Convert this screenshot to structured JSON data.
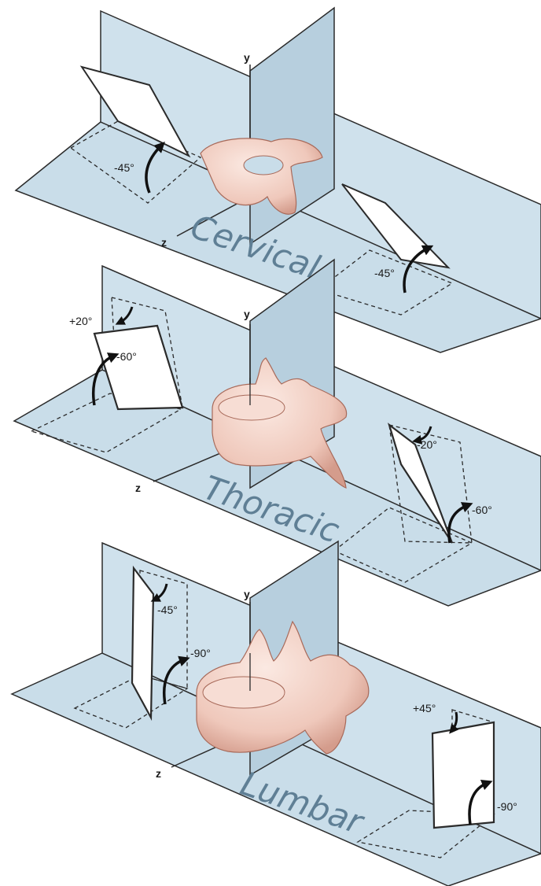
{
  "colors": {
    "plane_fill": "#c9dde9",
    "plane_shade": "#b3cddc",
    "plane_edge": "#2b2b2b",
    "bone": "#f1cfc4",
    "bone_shadow": "#d49c8c",
    "region_text": "#5f7f95"
  },
  "panels": [
    {
      "region": "Cervical",
      "axis_y": "y",
      "axis_z": "z",
      "left_angle": "-45°",
      "right_angle": "-45°"
    },
    {
      "region": "Thoracic",
      "axis_y": "y",
      "axis_z": "z",
      "left_tilt": "+20°",
      "left_angle": "-60°",
      "right_tilt": "-20°",
      "right_angle": "-60°"
    },
    {
      "region": "Lumbar",
      "axis_y": "y",
      "axis_z": "z",
      "left_tilt": "-45°",
      "left_angle": "-90°",
      "right_tilt": "+45°",
      "right_angle": "-90°"
    }
  ]
}
